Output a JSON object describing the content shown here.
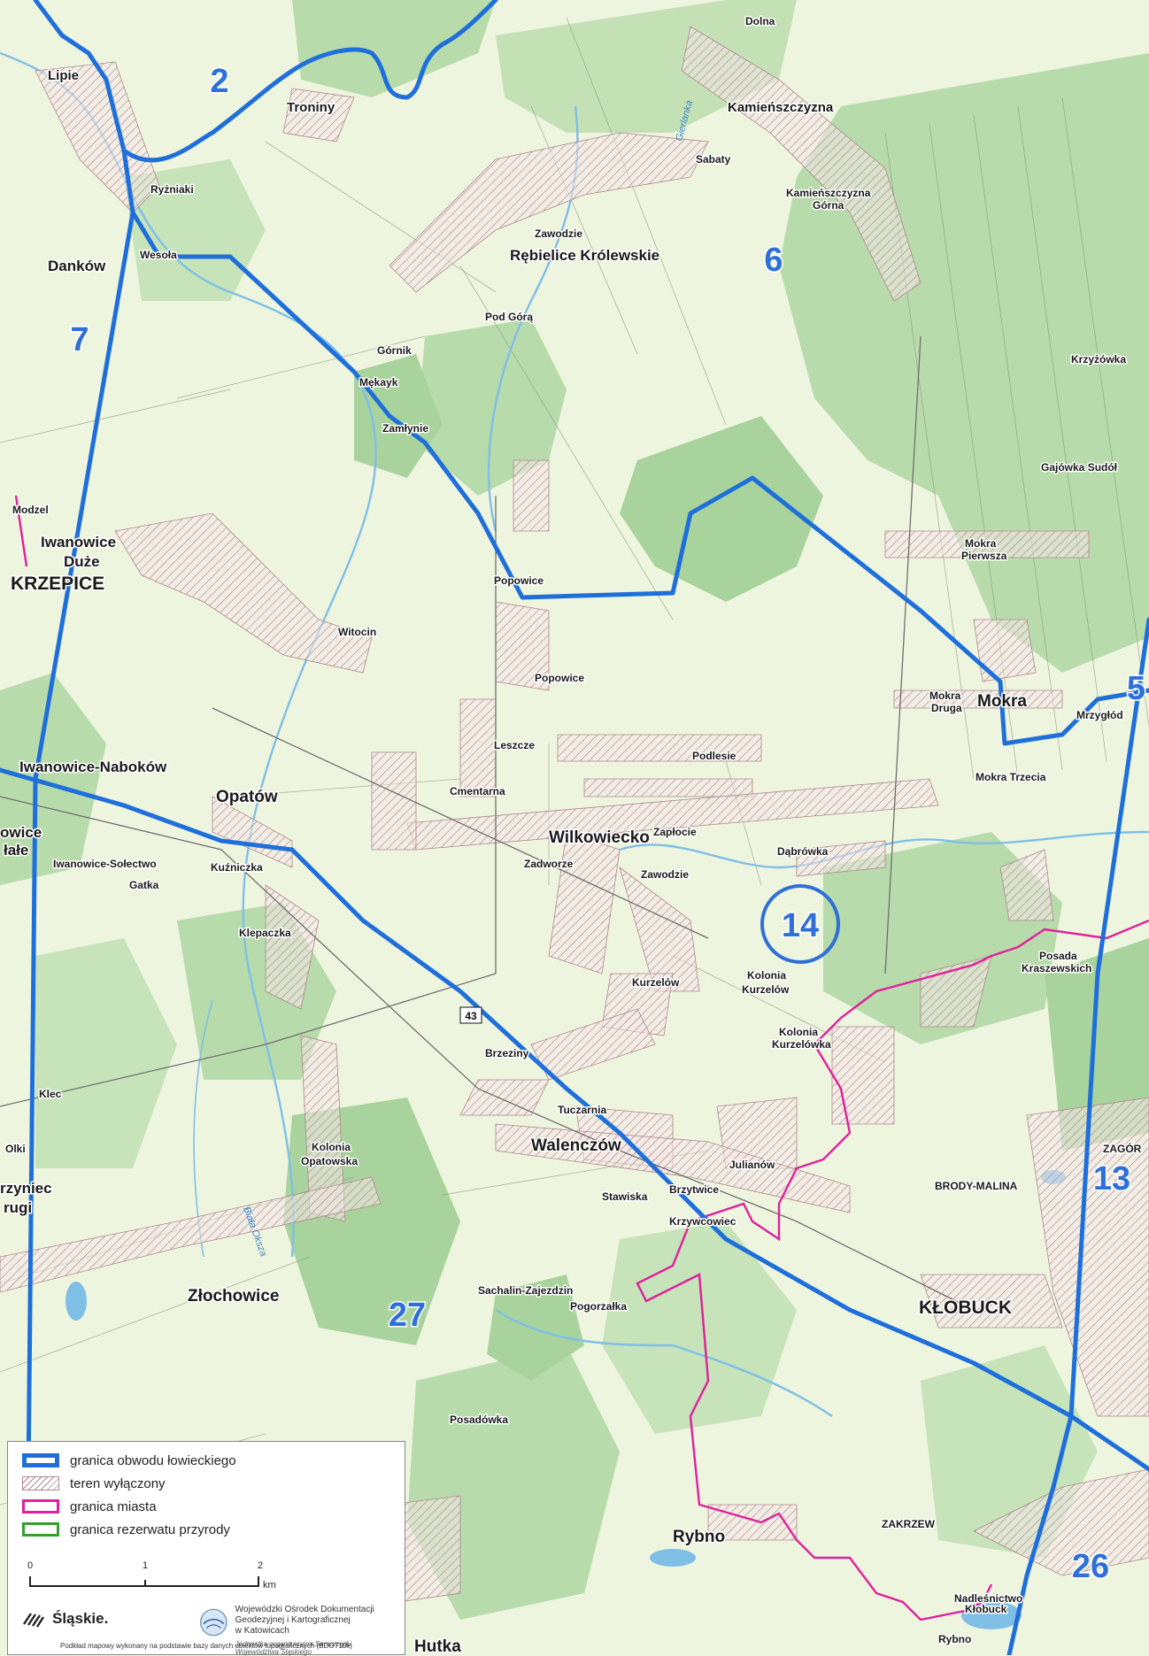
{
  "colors": {
    "background": "#eef5df",
    "forest": "#b8dbab",
    "forest_dark": "#9fcf95",
    "hunting_boundary": "#1f6fdb",
    "city_boundary": "#e0209e",
    "reserve_boundary": "#33a02c",
    "river": "#7fbfe6",
    "excluded_hatch": "#b0888c",
    "district_number": "#2f6fd8"
  },
  "district_numbers": [
    {
      "id": "2",
      "label": "2"
    },
    {
      "id": "6",
      "label": "6"
    },
    {
      "id": "7",
      "label": "7"
    },
    {
      "id": "5",
      "label": "5"
    },
    {
      "id": "13",
      "label": "13"
    },
    {
      "id": "14",
      "label": "14",
      "circled": true
    },
    {
      "id": "27",
      "label": "27"
    },
    {
      "id": "26",
      "label": "26"
    }
  ],
  "place_labels": {
    "lipie": "Lipie",
    "troniny": "Troniny",
    "dolna": "Dolna",
    "kamienszczyzna": "Kamieńszczyzna",
    "sabaty": "Sabaty",
    "kamienszczyzna_gorna_1": "Kamieńszczyzna",
    "kamienszczyzna_gorna_2": "Górna",
    "ryzniaki": "Ryżniaki",
    "zawodzie_n": "Zawodzie",
    "rebielice": "Rębielice Królewskie",
    "wesola": "Wesoła",
    "dankow": "Danków",
    "pod_gora": "Pod Górą",
    "gornik": "Górnik",
    "mekayk": "Mękayk",
    "zamlynie": "Zamłynie",
    "krzyzowka": "Krzyżówka",
    "gajowka_sudol": "Gajówka Sudół",
    "modzel": "Modzel",
    "iwanowice_duze_1": "Iwanowice",
    "iwanowice_duze_2": "Duże",
    "krzepice": "KRZEPICE",
    "popowice_n": "Popowice",
    "mokra_pierwsza_1": "Mokra",
    "mokra_pierwsza_2": "Pierwsza",
    "witocin": "Witocin",
    "popowice_s": "Popowice",
    "mokra_druga_1": "Mokra",
    "mokra_druga_2": "Druga",
    "mokra": "Mokra",
    "mrzyglod": "Mrzygłód",
    "leszcze": "Leszcze",
    "iwanowice_nabokow": "Iwanowice-Naboków",
    "podlesie": "Podlesie",
    "mokra_trzecia": "Mokra Trzecia",
    "cmentarna": "Cmentarna",
    "opatow": "Opatów",
    "owice_1": "owice",
    "owice_2": "łałe",
    "iwanowice_solectwo": "Iwanowice-Sołectwo",
    "wilkowiecko": "Wilkowiecko",
    "zaplocie": "Zapłocie",
    "kuzniczka": "Kuźniczka",
    "gatka": "Gatka",
    "zadworze": "Zadworze",
    "zawodzie_s": "Zawodzie",
    "dabrowka": "Dąbrówka",
    "klepaczka": "Klepaczka",
    "posada_1": "Posada",
    "posada_2": "Kraszewskich",
    "kurzelow": "Kurzelów",
    "kolonia_kurzelow_1": "Kolonia",
    "kolonia_kurzelow_2": "Kurzelów",
    "kolonia_kurzelowka_1": "Kolonia",
    "kolonia_kurzelowka_2": "Kurzelówka",
    "brzeziny": "Brzeziny",
    "klec": "Klec",
    "tuczarnia": "Tuczarnia",
    "walenczow": "Walenczów",
    "olki": "Olki",
    "kolonia_opatowska_1": "Kolonia",
    "kolonia_opatowska_2": "Opatowska",
    "zagora": "ZAGÓR",
    "julianow": "Julianów",
    "zyniec_1": "rzyniec",
    "zyniec_2": "rugi",
    "brody_malina": "BRODY-MALINA",
    "stawiska": "Stawiska",
    "brzytowice": "Brzytwice",
    "krzywcowiec": "Krzywcowiec",
    "zlochowice": "Złochowice",
    "sachalin": "Sachalin-Zajezdzin",
    "pogorzalka": "Pogorzałka",
    "klobuck": "KŁOBUCK",
    "posadowka": "Posadówka",
    "zakrzew": "ZAKRZEW",
    "rybno": "Rybno",
    "nadlesnictwo_1": "Nadleśnictwo",
    "nadlesnictwo_2": "Kłobuck",
    "rybno_small": "Rybno",
    "hutka": "Hutka"
  },
  "road_number": "43",
  "river_labels": {
    "upper": "Gierlanka",
    "lower": "Biała Oksza"
  },
  "legend": {
    "items": [
      {
        "key": "boundary",
        "label": "granica obwodu łowieckiego"
      },
      {
        "key": "excluded",
        "label": "teren wyłączony"
      },
      {
        "key": "city",
        "label": "granica miasta"
      },
      {
        "key": "reserve",
        "label": "granica rezerwatu przyrody"
      }
    ],
    "scale": {
      "ticks": [
        "0",
        "1",
        "2"
      ],
      "unit": "km"
    },
    "logo_slaskie": "Śląskie.",
    "wodgik_line1": "Wojewódzki Ośrodek Dokumentacji",
    "wodgik_line2": "Geodezyjnej i Kartograficznej",
    "wodgik_line3": "w Katowicach",
    "wodgik_sub": "Jednostka organizacyjna Samorządu Województwa Śląskiego",
    "footnote": "Podkład mapowy wykonany na podstawie bazy danych obiektów topograficznych (BDOT10k)"
  }
}
